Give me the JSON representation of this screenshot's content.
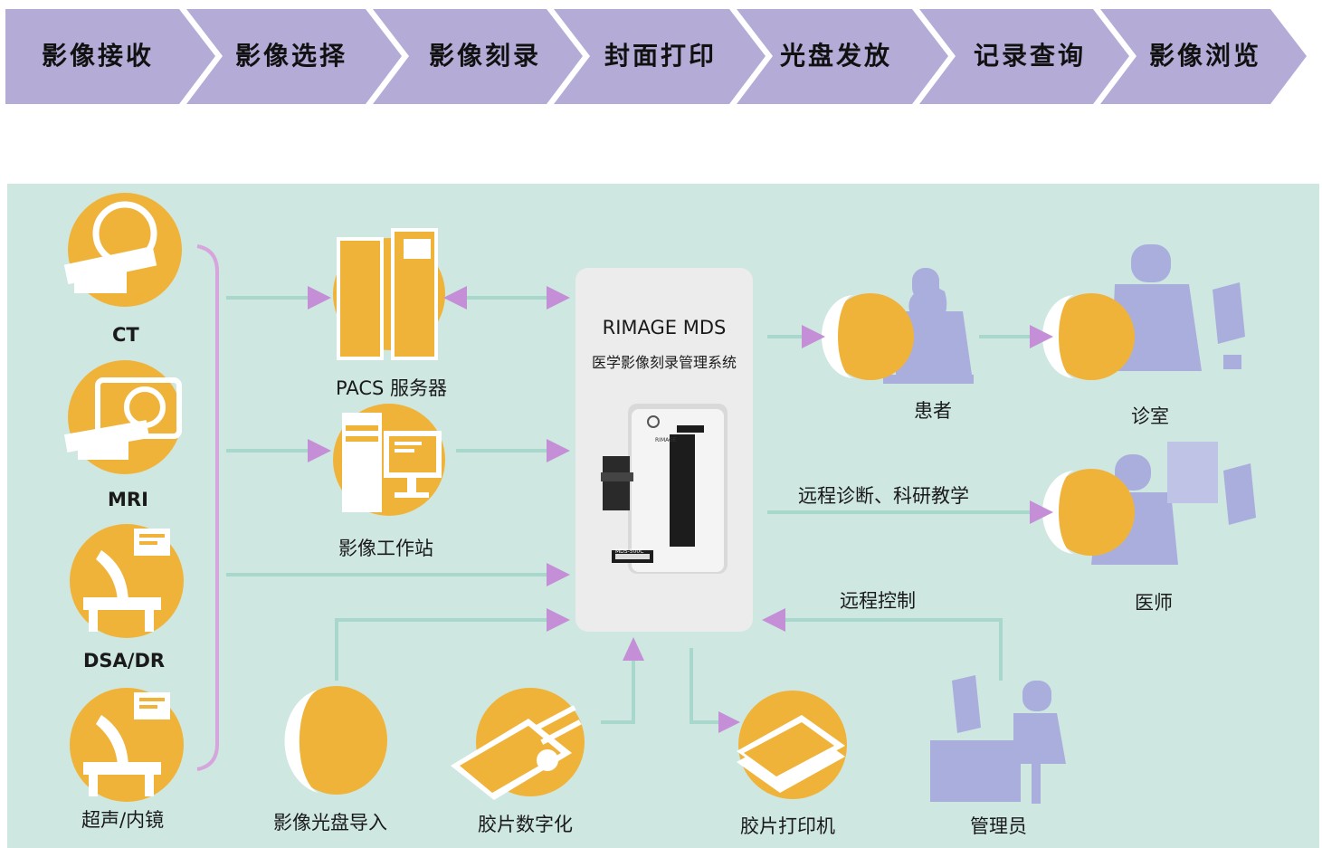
{
  "workflow_steps": [
    "影像接收",
    "影像选择",
    "影像刻录",
    "封面打印",
    "光盘发放",
    "记录查询",
    "影像浏览"
  ],
  "sources": {
    "ct": "CT",
    "mri": "MRI",
    "dsa": "DSA/DR",
    "ultrasound": "超声/内镜"
  },
  "pacs_label": "PACS 服务器",
  "workstation_label": "影像工作站",
  "disc_import_label": "影像光盘导入",
  "film_digitize_label": "胶片数字化",
  "film_printer_label": "胶片打印机",
  "admin_label": "管理员",
  "mds": {
    "title": "RIMAGE MDS",
    "subtitle": "医学影像刻录管理系统",
    "model": "MDS-500C",
    "brand": "RIMAGE"
  },
  "patient_label": "患者",
  "clinic_label": "诊室",
  "doctor_label": "医师",
  "remote_diag_label": "远程诊断、科研教学",
  "remote_control_label": "远程控制",
  "colors": {
    "chevron": "#b4acd7",
    "panel": "#cfe7e1",
    "orange": "#f0b33a",
    "arrow_line": "#a8d8cc",
    "arrow_head": "#c48fd6",
    "figure": "#a9aedd"
  }
}
